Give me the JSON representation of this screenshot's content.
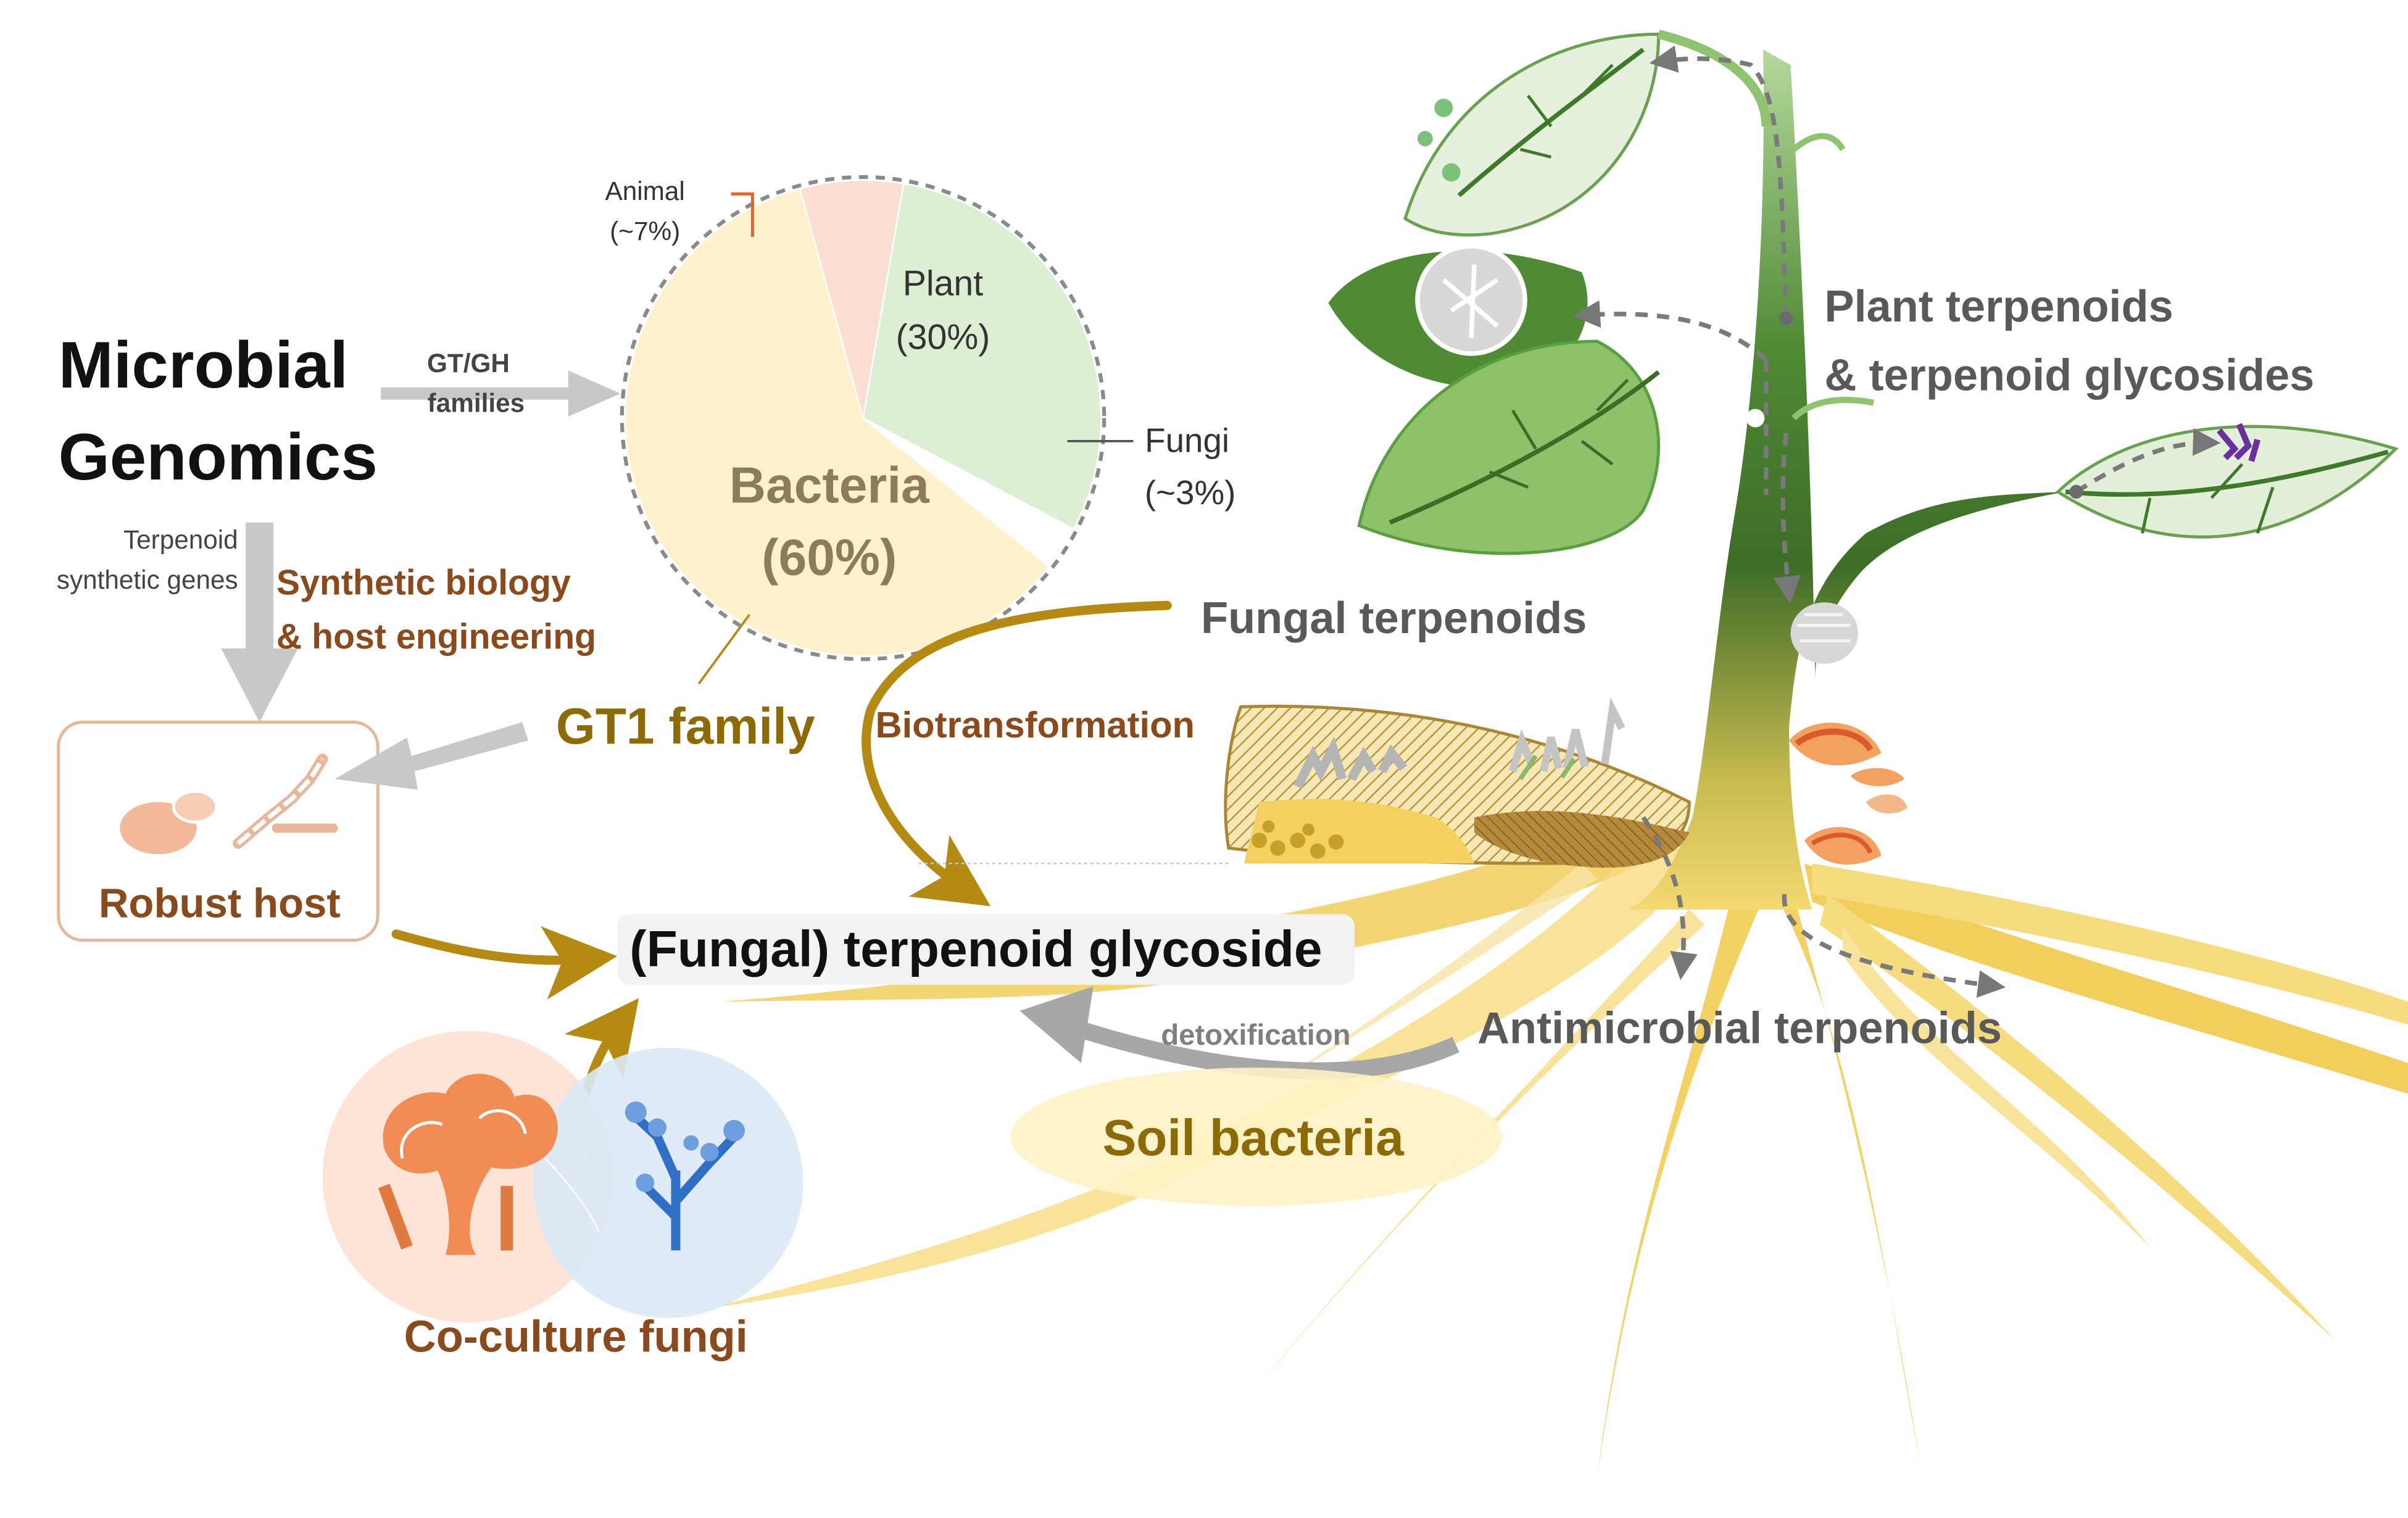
{
  "title_line1": "Microbial",
  "title_line2": "Genomics",
  "arrow_gt_line1": "GT/GH",
  "arrow_gt_line2": "families",
  "terpenoid_genes_line1": "Terpenoid",
  "terpenoid_genes_line2": "synthetic genes",
  "synbio_line1": "Synthetic biology",
  "synbio_line2": "& host engineering",
  "robust_host": "Robust host",
  "gt1_family": "GT1 family",
  "biotransformation": "Biotransformation",
  "fungal_terpenoids": "Fungal terpenoids",
  "central_product": "(Fungal) terpenoid glycoside",
  "detoxification": "detoxification",
  "soil_bacteria": "Soil bacteria",
  "co_culture": "Co-culture fungi",
  "antimicrobial": "Antimicrobial terpenoids",
  "plant_terp_line1": "Plant terpenoids",
  "plant_terp_line2": "& terpenoid glycosides",
  "pie": {
    "slices": [
      {
        "name": "Plant",
        "label": "(30%)",
        "value": 30,
        "color": "#dcefd2"
      },
      {
        "name": "Fungi",
        "label": "(~3%)",
        "value": 3,
        "color": "#ffffff"
      },
      {
        "name": "Bacteria",
        "label": "(60%)",
        "value": 60,
        "color": "#fff1cc"
      },
      {
        "name": "Animal",
        "label": "(~7%)",
        "value": 7,
        "color": "#fbe0d2"
      }
    ]
  },
  "colors": {
    "brown_text": "#8a4a1c",
    "gold_arrow": "#b58a12",
    "gray_arrow": "#c8c8c8",
    "dark_gray_text": "#595959",
    "gold_text": "#8c6a06",
    "leaf_green": "#5a9e40",
    "root_gold": "#f3d36a"
  }
}
